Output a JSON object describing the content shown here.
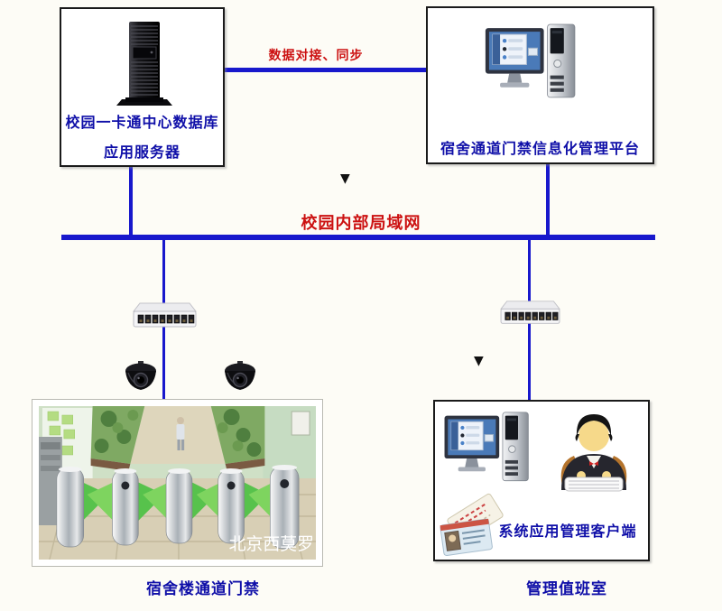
{
  "page": {
    "background": "#fdfcf6"
  },
  "colors": {
    "line_blue": "#1818cc",
    "label_blue": "#0f0fa8",
    "accent_red": "#cc1111",
    "box_border": "#1a1a1a"
  },
  "top_left_box": {
    "icon": "server-tower-icon",
    "label_line1": "校园一卡通中心数据库",
    "label_line2": "应用服务器"
  },
  "top_right_box": {
    "icon": "desktop-computer-icon",
    "label": "宿舍通道门禁信息化管理平台"
  },
  "sync_link": {
    "label": "数据对接、同步"
  },
  "lan": {
    "label": "校园内部局域网"
  },
  "arrows": {
    "down_glyph": "▼"
  },
  "left_branch": {
    "switch_icon": "network-switch-icon",
    "camera_icons": [
      "dome-camera-icon",
      "dome-camera-icon"
    ],
    "photo": {
      "watermark": "北京西莫罗",
      "caption": "宿舍楼通道门禁"
    }
  },
  "right_branch": {
    "switch_icon": "network-switch-icon",
    "client_box": {
      "icons": [
        "desktop-computer-icon",
        "operator-icon",
        "id-cards-icon"
      ],
      "label": "系统应用管理客户端"
    },
    "caption": "管理值班室"
  }
}
